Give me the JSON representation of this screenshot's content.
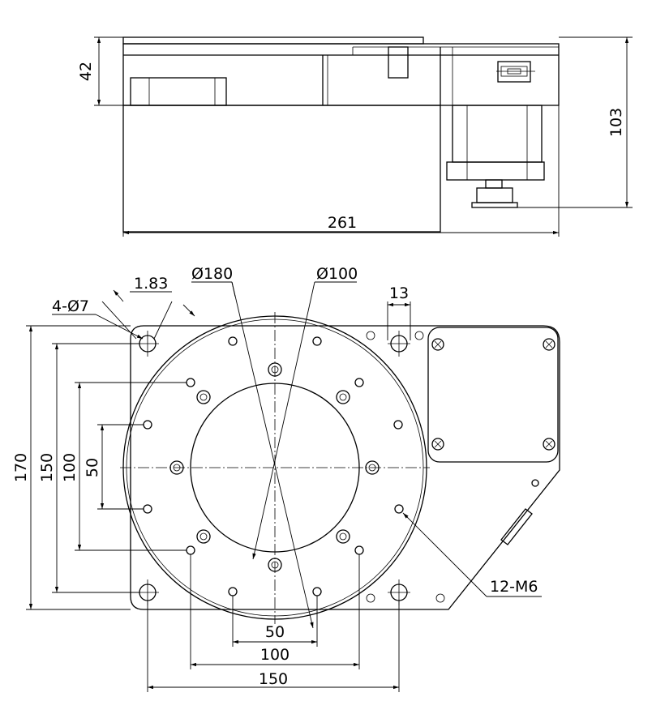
{
  "side_view": {
    "height_flange": "42",
    "height_total": "103",
    "length_total": "261"
  },
  "top_view": {
    "hole_callout": "4-Ø7",
    "chamfer": "1.83",
    "outer_diameter": "Ø180",
    "inner_diameter": "Ø100",
    "offset": "13",
    "height_170": "170",
    "height_150": "150",
    "height_100": "100",
    "height_50": "50",
    "thread_callout": "12-M6",
    "width_50": "50",
    "width_100": "100",
    "width_150": "150"
  }
}
